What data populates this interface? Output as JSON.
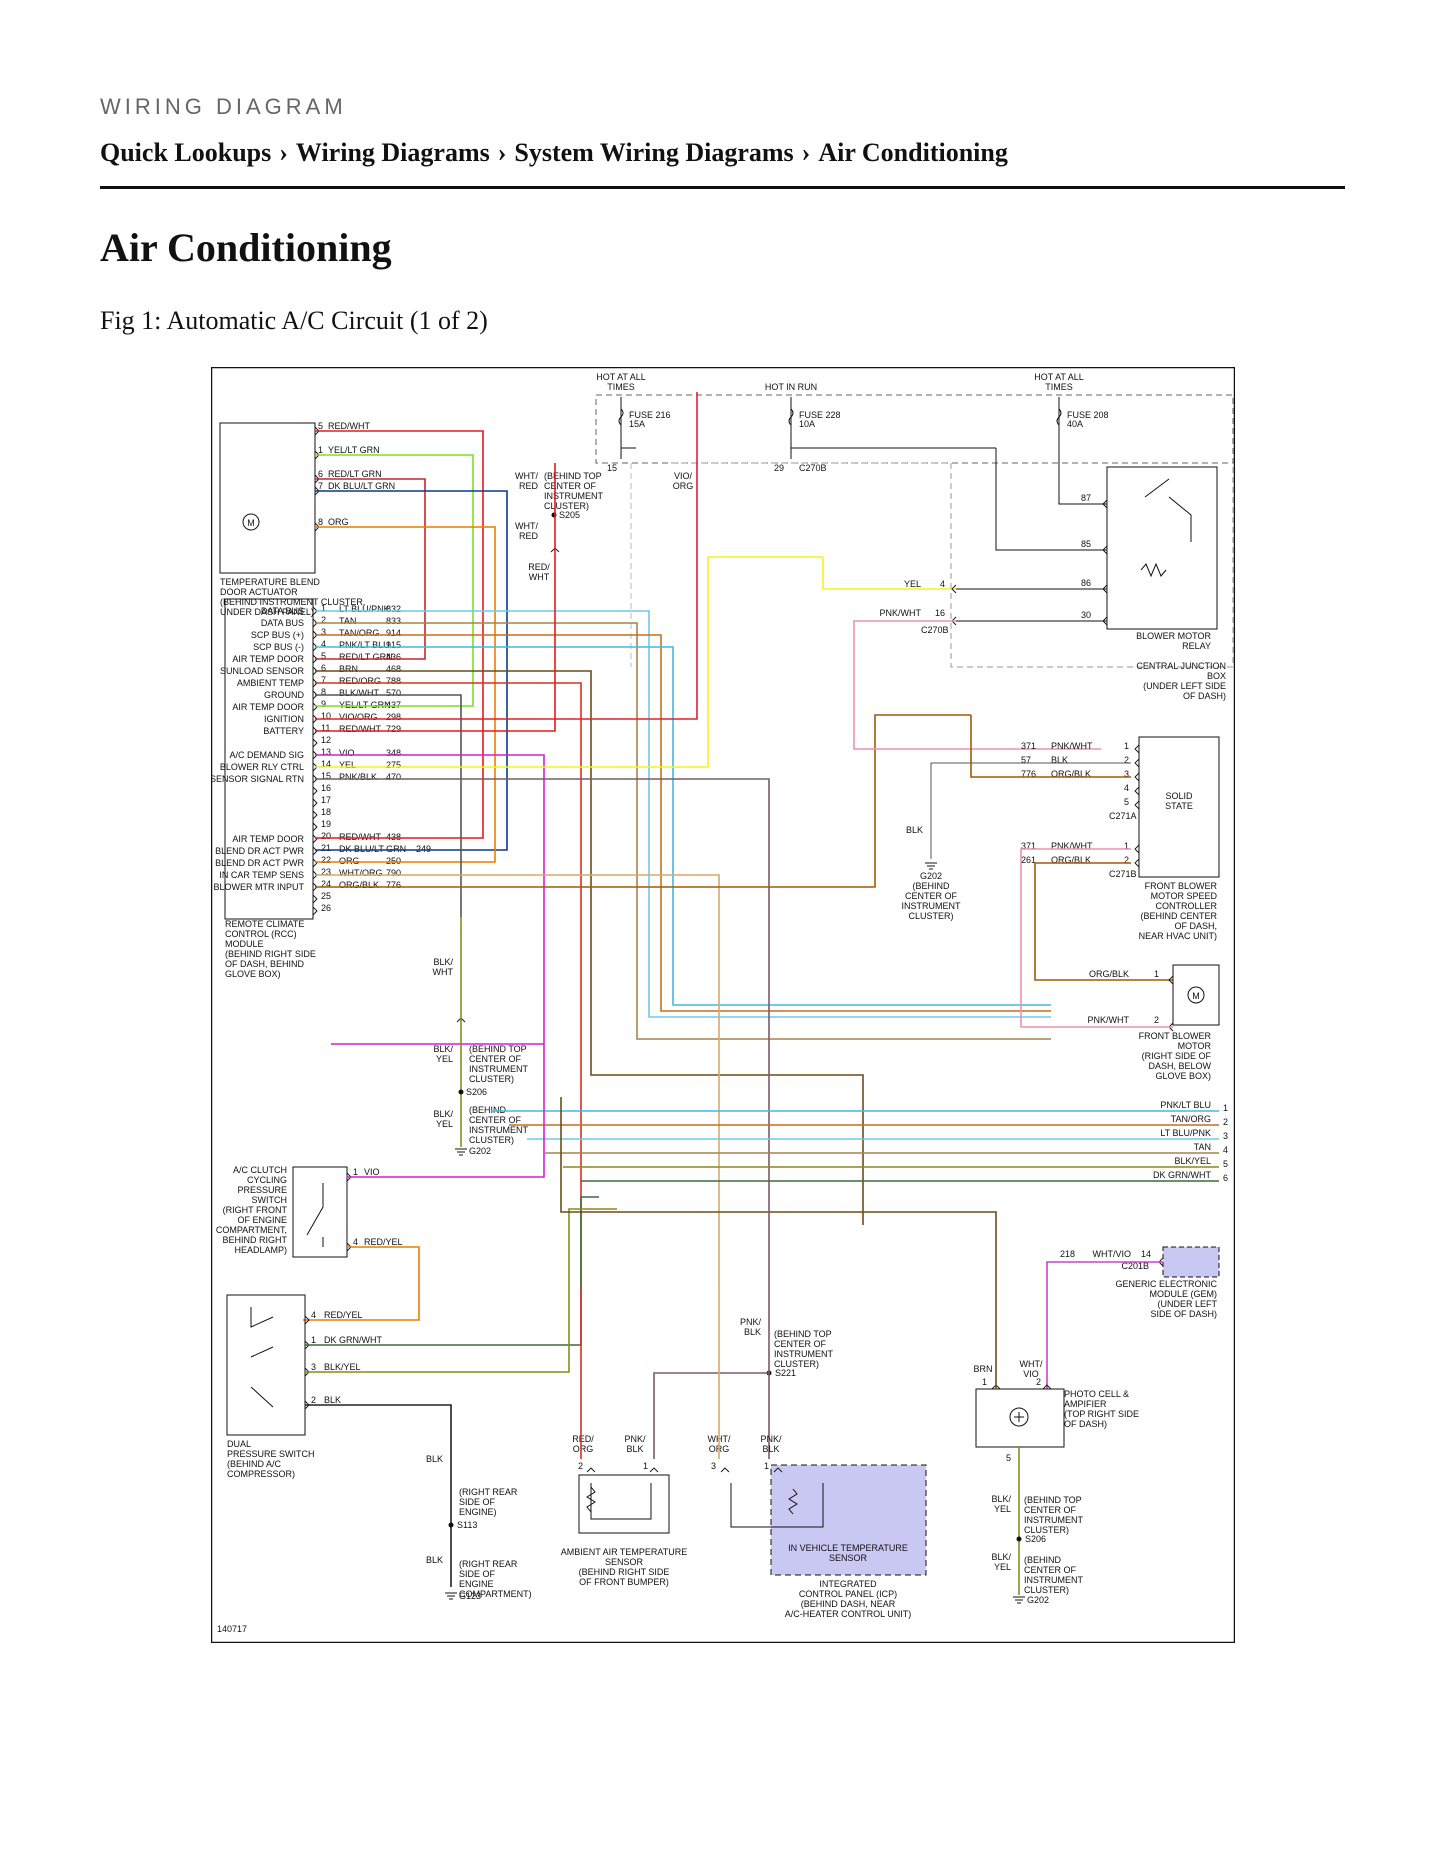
{
  "header": {
    "kicker": "WIRING DIAGRAM",
    "breadcrumb": [
      "Quick Lookups",
      "Wiring Diagrams",
      "System Wiring Diagrams",
      "Air Conditioning"
    ],
    "separator": "›"
  },
  "page_title": "Air Conditioning",
  "figure_caption": "Fig 1: Automatic A/C Circuit (1 of 2)",
  "diagram": {
    "figure_id": "140717",
    "power": {
      "hot_at_all_times_1": "HOT AT ALL TIMES",
      "hot_in_run": "HOT IN RUN",
      "hot_at_all_times_2": "HOT AT ALL TIMES",
      "fuse_216": "FUSE 216",
      "fuse_216_amp": "15A",
      "fuse_228": "FUSE 228",
      "fuse_228_amp": "10A",
      "fuse_208": "FUSE 208",
      "fuse_208_amp": "40A",
      "pin_15": "15",
      "pin_29": "29",
      "c270b": "C270B"
    },
    "temp_blend": {
      "label": [
        "TEMPERATURE BLEND",
        "DOOR ACTUATOR",
        "(BEHIND INSTRUMENT CLUSTER,",
        "UNDER DASH PANEL)"
      ],
      "pins": [
        {
          "pin": "5",
          "wire": "RED/WHT"
        },
        {
          "pin": "1",
          "wire": "YEL/LT GRN"
        },
        {
          "pin": "6",
          "wire": "RED/LT GRN"
        },
        {
          "pin": "7",
          "wire": "DK BLU/LT GRN"
        },
        {
          "pin": "8",
          "wire": "ORG"
        }
      ]
    },
    "rcc": {
      "label": [
        "REMOTE CLIMATE",
        "CONTROL (RCC)",
        "MODULE",
        "(BEHIND RIGHT SIDE",
        "OF DASH, BEHIND",
        "GLOVE BOX)"
      ],
      "pins": [
        {
          "pin": "1",
          "name": "DATA BUS",
          "wire": "LT BLU/PNK",
          "circuit": "832"
        },
        {
          "pin": "2",
          "name": "DATA BUS",
          "wire": "TAN",
          "circuit": "833"
        },
        {
          "pin": "3",
          "name": "SCP BUS (+)",
          "wire": "TAN/ORG",
          "circuit": "914"
        },
        {
          "pin": "4",
          "name": "SCP BUS (-)",
          "wire": "PNK/LT BLU",
          "circuit": "915"
        },
        {
          "pin": "5",
          "name": "AIR TEMP DOOR",
          "wire": "RED/LT GRN",
          "circuit": "436"
        },
        {
          "pin": "6",
          "name": "SUNLOAD SENSOR",
          "wire": "BRN",
          "circuit": "468"
        },
        {
          "pin": "7",
          "name": "AMBIENT TEMP",
          "wire": "RED/ORG",
          "circuit": "788"
        },
        {
          "pin": "8",
          "name": "GROUND",
          "wire": "BLK/WHT",
          "circuit": "570"
        },
        {
          "pin": "9",
          "name": "AIR TEMP DOOR",
          "wire": "YEL/LT GRN",
          "circuit": "437"
        },
        {
          "pin": "10",
          "name": "IGNITION",
          "wire": "VIO/ORG",
          "circuit": "298"
        },
        {
          "pin": "11",
          "name": "BATTERY",
          "wire": "RED/WHT",
          "circuit": "729"
        },
        {
          "pin": "12",
          "name": "",
          "wire": "",
          "circuit": ""
        },
        {
          "pin": "13",
          "name": "A/C DEMAND SIG",
          "wire": "VIO",
          "circuit": "348"
        },
        {
          "pin": "14",
          "name": "BLOWER RLY CTRL",
          "wire": "YEL",
          "circuit": "275"
        },
        {
          "pin": "15",
          "name": "SENSOR SIGNAL RTN",
          "wire": "PNK/BLK",
          "circuit": "470"
        },
        {
          "pin": "16",
          "name": "",
          "wire": "",
          "circuit": ""
        },
        {
          "pin": "17",
          "name": "",
          "wire": "",
          "circuit": ""
        },
        {
          "pin": "18",
          "name": "",
          "wire": "",
          "circuit": ""
        },
        {
          "pin": "19",
          "name": "",
          "wire": "",
          "circuit": ""
        },
        {
          "pin": "20",
          "name": "AIR TEMP DOOR",
          "wire": "RED/WHT",
          "circuit": "438"
        },
        {
          "pin": "21",
          "name": "BLEND DR ACT PWR",
          "wire": "DK BLU/LT GRN",
          "circuit": "249"
        },
        {
          "pin": "22",
          "name": "BLEND DR ACT PWR",
          "wire": "ORG",
          "circuit": "250"
        },
        {
          "pin": "23",
          "name": "IN CAR TEMP SENS",
          "wire": "WHT/ORG",
          "circuit": "790"
        },
        {
          "pin": "24",
          "name": "BLOWER MTR INPUT",
          "wire": "ORG/BLK",
          "circuit": "776"
        },
        {
          "pin": "25",
          "name": "",
          "wire": "",
          "circuit": ""
        },
        {
          "pin": "26",
          "name": "",
          "wire": "",
          "circuit": ""
        }
      ]
    },
    "splices": {
      "wht_red_1": "WHT/\nRED",
      "behind_top_cluster": [
        "(BEHIND TOP",
        "CENTER OF",
        "INSTRUMENT",
        "CLUSTER)"
      ],
      "s205": "S205",
      "vio_org": "VIO/\nORG",
      "red_wht": "RED/\nWHT",
      "blk_wht": "BLK/\nWHT",
      "blk_yel": "BLK/\nYEL",
      "s206": "S206",
      "behind_center_cluster": [
        "(BEHIND",
        "CENTER OF",
        "INSTRUMENT",
        "CLUSTER)"
      ],
      "g202": "G202",
      "blk": "BLK"
    },
    "blower_relay": {
      "label": [
        "BLOWER MOTOR",
        "RELAY"
      ],
      "pins": [
        "87",
        "85",
        "86",
        "30"
      ],
      "yel": "YEL",
      "pnk_wht": "PNK/WHT",
      "pin4": "4",
      "pin16": "16",
      "c270b": "C270B",
      "cjb": [
        "CENTRAL JUNCTION",
        "BOX",
        "(UNDER LEFT SIDE",
        "OF DASH)"
      ]
    },
    "speed_controller": {
      "solid_state": [
        "SOLID",
        "STATE"
      ],
      "label": [
        "FRONT BLOWER",
        "MOTOR SPEED",
        "CONTROLLER",
        "(BEHIND CENTER",
        "OF DASH,",
        "NEAR HVAC UNIT)"
      ],
      "c271a": "C271A",
      "c271b": "C271B",
      "rows_a": [
        {
          "circuit": "371",
          "wire": "PNK/WHT",
          "pin": "1"
        },
        {
          "circuit": "57",
          "wire": "BLK",
          "pin": "2"
        },
        {
          "circuit": "776",
          "wire": "ORG/BLK",
          "pin": "3"
        },
        {
          "circuit": "",
          "wire": "",
          "pin": "4"
        },
        {
          "circuit": "",
          "wire": "",
          "pin": "5"
        }
      ],
      "rows_b": [
        {
          "circuit": "371",
          "wire": "PNK/WHT",
          "pin": "1"
        },
        {
          "circuit": "261",
          "wire": "ORG/BLK",
          "pin": "2"
        }
      ],
      "blk": "BLK",
      "g202": "G202",
      "g202_loc": [
        "(BEHIND",
        "CENTER OF",
        "INSTRUMENT",
        "CLUSTER)"
      ]
    },
    "blower_motor": {
      "label": [
        "FRONT BLOWER",
        "MOTOR",
        "(RIGHT SIDE OF",
        "DASH, BELOW",
        "GLOVE BOX)"
      ],
      "org_blk": "ORG/BLK",
      "pnk_wht": "PNK/WHT",
      "pin1": "1",
      "pin2": "2"
    },
    "right_bus": [
      {
        "wire": "PNK/LT BLU",
        "pin": "1"
      },
      {
        "wire": "TAN/ORG",
        "pin": "2"
      },
      {
        "wire": "LT BLU/PNK",
        "pin": "3"
      },
      {
        "wire": "TAN",
        "pin": "4"
      },
      {
        "wire": "BLK/YEL",
        "pin": "5"
      },
      {
        "wire": "DK GRN/WHT",
        "pin": "6"
      }
    ],
    "clutch_switch": {
      "label": [
        "A/C CLUTCH",
        "CYCLING",
        "PRESSURE",
        "SWITCH",
        "(RIGHT FRONT",
        "OF ENGINE",
        "COMPARTMENT,",
        "BEHIND RIGHT",
        "HEADLAMP)"
      ],
      "pin1": "1",
      "vio": "VIO",
      "pin4": "4",
      "red_yel": "RED/YEL"
    },
    "dual_switch": {
      "label": [
        "DUAL",
        "PRESSURE SWITCH",
        "(BEHIND A/C",
        "COMPRESSOR)"
      ],
      "pins": [
        {
          "pin": "4",
          "wire": "RED/YEL"
        },
        {
          "pin": "1",
          "wire": "DK GRN/WHT"
        },
        {
          "pin": "3",
          "wire": "BLK/YEL"
        },
        {
          "pin": "2",
          "wire": "BLK"
        }
      ],
      "blk": "BLK",
      "loc1": [
        "(RIGHT REAR",
        "SIDE OF",
        "ENGINE)"
      ],
      "s113": "S113",
      "loc2": [
        "(RIGHT REAR",
        "SIDE OF",
        "ENGINE",
        "COMPARTMENT)"
      ],
      "g123": "G123"
    },
    "gem": {
      "circuit": "218",
      "wire": "WHT/VIO",
      "pin": "14",
      "connector": "C201B",
      "label": [
        "GENERIC ELECTRONIC",
        "MODULE (GEM)",
        "(UNDER LEFT",
        "SIDE OF DASH)"
      ]
    },
    "photocell": {
      "label": [
        "PHOTO CELL &",
        "AMPIFIER",
        "(TOP RIGHT SIDE",
        "OF DASH)"
      ],
      "brn": "BRN",
      "wht_vio": "WHT/\nVIO",
      "pin1": "1",
      "pin2": "2",
      "pin5": "5",
      "blk_yel": "BLK/\nYEL",
      "loc1": [
        "(BEHIND TOP",
        "CENTER OF",
        "INSTRUMENT",
        "CLUSTER)"
      ],
      "s206": "S206",
      "loc2": [
        "(BEHIND",
        "CENTER OF",
        "INSTRUMENT",
        "CLUSTER)"
      ],
      "g202": "G202"
    },
    "s221": {
      "pnk_blk": "PNK/\nBLK",
      "loc": [
        "(BEHIND TOP",
        "CENTER OF",
        "INSTRUMENT",
        "CLUSTER)"
      ],
      "name": "S221"
    },
    "ambient_sensor": {
      "red_org": "RED/\nORG",
      "pnk_blk": "PNK/\nBLK",
      "pin2": "2",
      "pin1": "1",
      "label": [
        "AMBIENT AIR TEMPERATURE",
        "SENSOR",
        "(BEHIND RIGHT SIDE",
        "OF FRONT BUMPER)"
      ]
    },
    "icp": {
      "wht_org": "WHT/\nORG",
      "pnk_blk": "PNK/\nBLK",
      "pin3": "3",
      "pin1": "1",
      "inner": [
        "IN VEHICLE TEMPERATURE",
        "SENSOR"
      ],
      "label": [
        "INTEGRATED",
        "CONTROL PANEL (ICP)",
        "(BEHIND DASH, NEAR",
        "A/C-HEATER CONTROL UNIT)"
      ]
    },
    "colors": {
      "red": "#e8191d",
      "red_wht": "#e8191d",
      "yel_ltgrn": "#7ce022",
      "red_ltgrn": "#c2272d",
      "dkblu_ltgrn": "#0b3a8a",
      "org": "#ee7c00",
      "ltblu": "#6ec8ea",
      "tan": "#a8834a",
      "tan_org": "#c86f1e",
      "pnk_ltblu": "#42b8e6",
      "brn": "#6b4c1a",
      "red_org": "#d9311f",
      "blk": "#222222",
      "vio_org": "#e2202f",
      "vio": "#d321d3",
      "yel": "#f6f21e",
      "pnk_blk": "#7a5b68",
      "pnk_wht": "#f08fb0",
      "wht_org": "#d9a86a",
      "org_blk": "#a35a06",
      "blk_yel": "#8a8a18",
      "dkgrn_wht": "#3c6b3c",
      "wht_vio": "#cc44cc",
      "blk_wht": "#555555",
      "gem_fill": "#c8c8f2",
      "icp_fill": "#c8c8f2"
    }
  }
}
